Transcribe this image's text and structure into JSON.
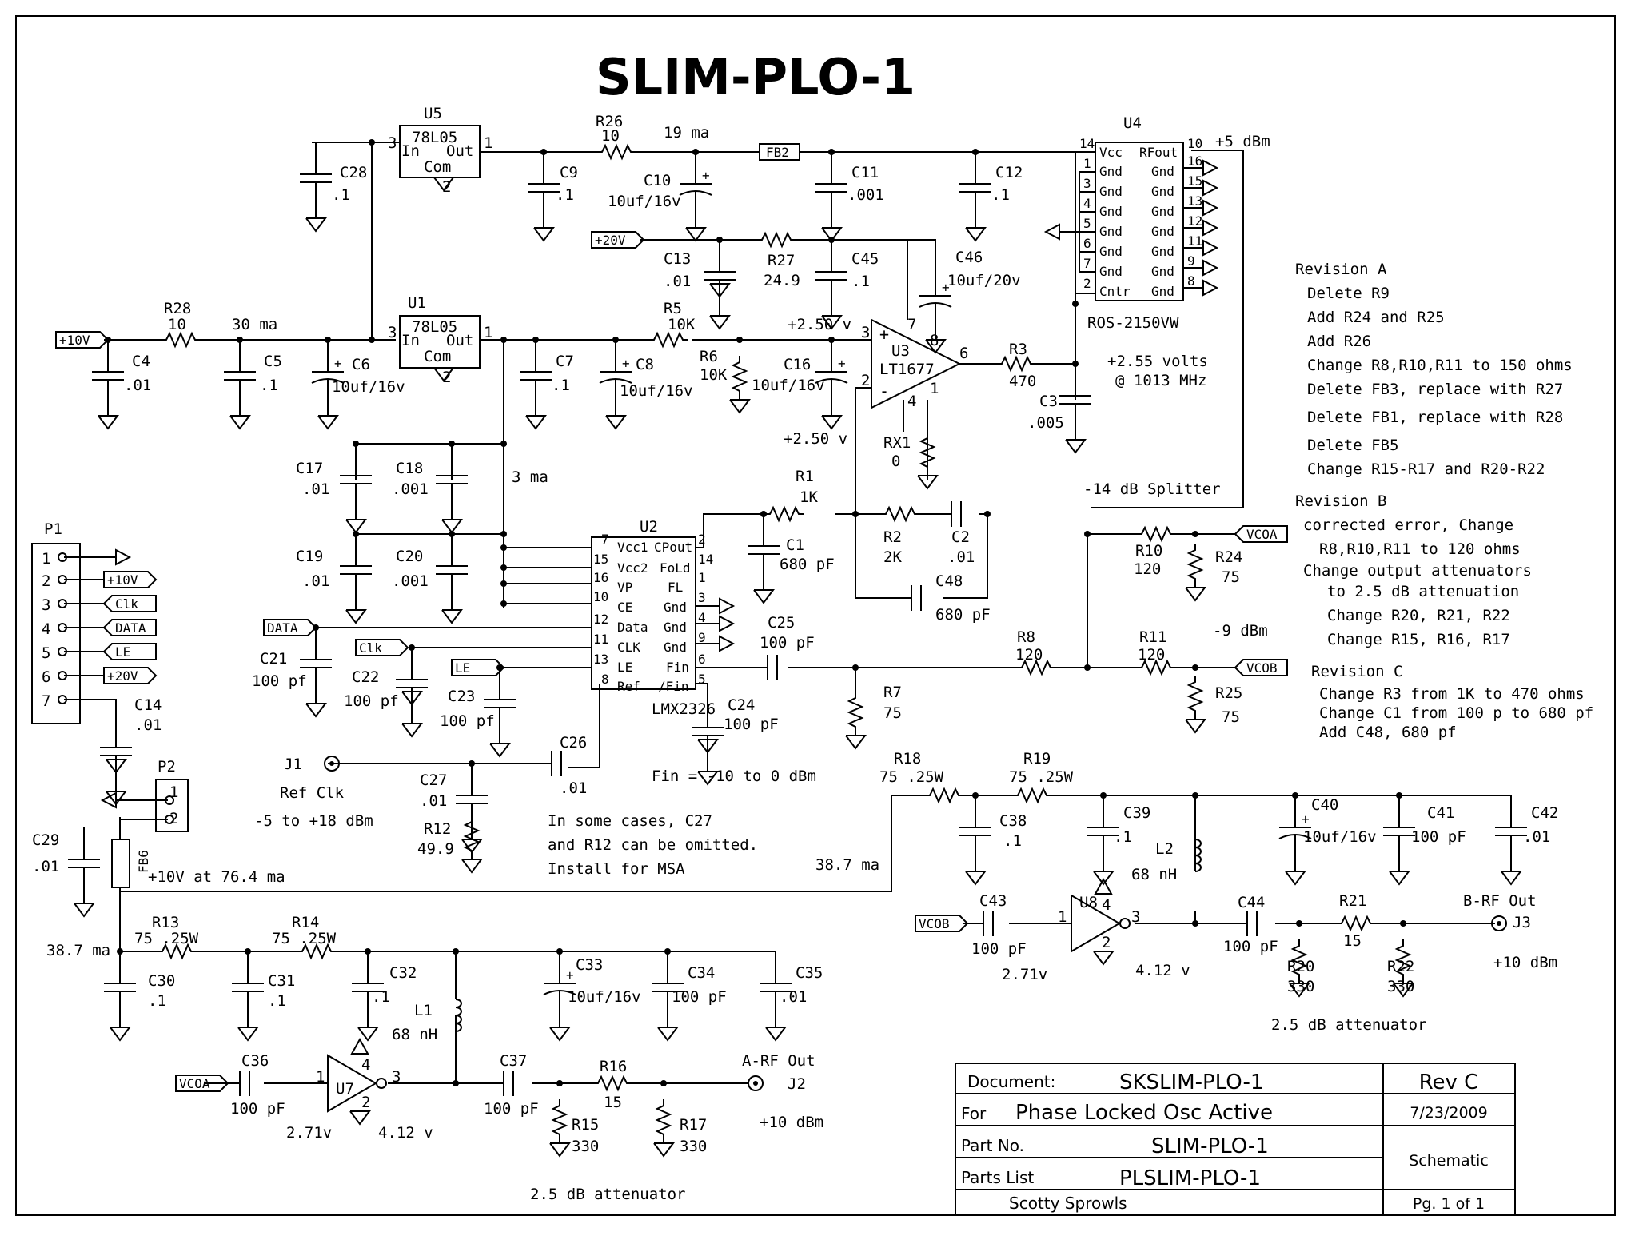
{
  "title": "SLIM-PLO-1",
  "title_block": {
    "document_label": "Document:",
    "document": "SKSLIM-PLO-1",
    "rev": "Rev C",
    "for_label": "For",
    "for_value": "Phase Locked Osc Active",
    "date": "7/23/2009",
    "part_label": "Part No.",
    "part_value": "SLIM-PLO-1",
    "parts_label": "Parts List",
    "parts_value": "PLSLIM-PLO-1",
    "type": "Schematic",
    "author": "Scotty Sprowls",
    "page": "Pg. 1 of 1"
  },
  "revisions": [
    "Revision A",
    "Delete R9",
    "Add R24 and R25",
    "Add R26",
    "Change R8,R10,R11 to 150 ohms",
    "Delete FB3, replace with R27",
    "Delete FB1, replace with R28",
    "Delete FB5",
    "Change R15-R17 and R20-R22",
    "Revision B",
    "corrected error, Change",
    "R8,R10,R11 to 120 ohms",
    "Change output attenuators",
    "to 2.5 dB attenuation",
    "Change R20, R21, R22",
    "Change R15, R16, R17",
    "Revision C",
    "Change R3 from 1K to 470 ohms",
    "Change C1 from 100 p to 680 pf",
    "Add C48, 680  pf"
  ],
  "labels": {
    "u5": "U5",
    "u5_part": "78L05",
    "u5_in": "In",
    "u5_out": "Out",
    "u5_com": "Com",
    "u5_p3": "3",
    "u5_p1": "1",
    "u5_p2": "2",
    "u1": "U1",
    "u1_part": "78L05",
    "u1_in": "In",
    "u1_out": "Out",
    "u1_com": "Com",
    "u1_p3": "3",
    "u1_p1": "1",
    "u1_p2": "2",
    "c28": "C28",
    "c28v": ".1",
    "r26": "R26",
    "r26v": "10",
    "i19": "19 ma",
    "c9": "C9",
    "c9v": ".1",
    "c10": "C10",
    "c10v": "10uf/16v",
    "fb2": "FB2",
    "c11": "C11",
    "c11v": ".001",
    "c12": "C12",
    "c12v": ".1",
    "u4": "U4",
    "u4_part": "ROS-2150VW",
    "u4_vcc": "Vcc",
    "u4_rfout": "RFout",
    "u4_gnd": "Gnd",
    "u4_cntr": "Cntr",
    "u4_p14": "14",
    "u4_p1": "1",
    "u4_p3": "3",
    "u4_p4": "4",
    "u4_p5": "5",
    "u4_p6": "6",
    "u4_p7": "7",
    "u4_p2": "2",
    "u4_p10": "10",
    "u4_p16": "16",
    "u4_p15": "15",
    "u4_p13": "13",
    "u4_p12": "12",
    "u4_p11": "11",
    "u4_p9": "9",
    "u4_p8": "8",
    "plus5dbm": "+5 dBm",
    "p20v": "+20V",
    "c13": "C13",
    "c13v": ".01",
    "r27": "R27",
    "r27v": "24.9",
    "c45": "C45",
    "c45v": ".1",
    "c46": "C46",
    "c46v": "10uf/20v",
    "p10v": "+10V",
    "r28": "R28",
    "r28v": "10",
    "i30": "30 ma",
    "c4": "C4",
    "c4v": ".01",
    "c5": "C5",
    "c5v": ".1",
    "c6": "C6",
    "c6v": "10uf/16v",
    "c7": "C7",
    "c7v": ".1",
    "c8": "C8",
    "c8v": "10uf/16v",
    "r5": "R5",
    "r5v": "10K",
    "r6": "R6",
    "r6v": "10K",
    "c16": "C16",
    "c16v": "10uf/16v",
    "v250a": "+2.50 v",
    "v250b": "+2.50 v",
    "u3": "U3",
    "u3_part": "LT1677",
    "u3_p3": "3",
    "u3_p2": "2",
    "u3_p7": "7",
    "u3_p8": "8",
    "u3_p6": "6",
    "u3_p4": "4",
    "u3_p1": "1",
    "r3": "R3",
    "r3v": "470",
    "c3": "C3",
    "c3v": ".005",
    "v255": "+2.55 volts",
    "f1013": "@ 1013 MHz",
    "rx1": "RX1",
    "rx1v": "0",
    "c17": "C17",
    "c17v": ".01",
    "c18": "C18",
    "c18v": ".001",
    "i3": "3 ma",
    "c19": "C19",
    "c19v": ".01",
    "c20": "C20",
    "c20v": ".001",
    "splitter": "-14 dB Splitter",
    "u2": "U2",
    "u2_part": "LMX2326",
    "u2_vcc1": "Vcc1",
    "u2_vcc2": "Vcc2",
    "u2_vp": "VP",
    "u2_ce": "CE",
    "u2_data": "Data",
    "u2_clk": "CLK",
    "u2_le": "LE",
    "u2_ref": "Ref",
    "u2_cpout": "CPout",
    "u2_fold": "FoLd",
    "u2_fl": "FL",
    "u2_gnd": "Gnd",
    "u2_fin": "Fin",
    "u2_nfin": "/Fin",
    "u2_p7": "7",
    "u2_p15": "15",
    "u2_p16": "16",
    "u2_p10": "10",
    "u2_p12": "12",
    "u2_p11": "11",
    "u2_p13": "13",
    "u2_p8": "8",
    "u2_p2": "2",
    "u2_p14": "14",
    "u2_p1": "1",
    "u2_p3": "3",
    "u2_p4": "4",
    "u2_p9": "9",
    "u2_p6": "6",
    "u2_p5": "5",
    "r1": "R1",
    "r1v": "1K",
    "c1": "C1",
    "c1v": "680 pF",
    "r2": "R2",
    "r2v": "2K",
    "c2": "C2",
    "c2v": ".01",
    "c48": "C48",
    "c48v": "680 pF",
    "r10": "R10",
    "r10v": "120",
    "r24": "R24",
    "r24v": "75",
    "vcoa": "VCOA",
    "vcob": "VCOB",
    "m9dbm": "-9 dBm",
    "r8": "R8",
    "r8v": "120",
    "r11": "R11",
    "r11v": "120",
    "r25": "R25",
    "r25v": "75",
    "c25": "C25",
    "c25v": "100 pF",
    "r7": "R7",
    "r7v": "75",
    "c24": "C24",
    "c24v": "100 pF",
    "data": "DATA",
    "clk": "Clk",
    "le": "LE",
    "c21": "C21",
    "c21v": "100 pf",
    "c22": "C22",
    "c22v": "100 pf",
    "c23": "C23",
    "c23v": "100 pf",
    "fin_note": "Fin = -10 to 0 dBm",
    "j1": "J1",
    "refclk": "Ref Clk",
    "refrange": "-5 to +18 dBm",
    "c26": "C26",
    "c26v": ".01",
    "c27": "C27",
    "c27v": ".01",
    "r12": "R12",
    "r12v": "49.9",
    "note1": "In some cases, C27",
    "note2": "and R12 can be omitted.",
    "note3": "Install for MSA",
    "p1": "P1",
    "p1_1": "1",
    "p1_2": "2",
    "p1_3": "3",
    "p1_4": "4",
    "p1_5": "5",
    "p1_6": "6",
    "p1_7": "7",
    "p1_10v": "+10V",
    "p1_clk": "Clk",
    "p1_data": "DATA",
    "p1_le": "LE",
    "p1_20v": "+20V",
    "c14": "C14",
    "c14v": ".01",
    "p2": "P2",
    "p2_1": "1",
    "p2_2": "2",
    "c29": "C29",
    "c29v": ".01",
    "fb6": "FB6",
    "p10v764": "+10V at 76.4 ma",
    "i387a": "38.7 ma",
    "i387b": "38.7 ma",
    "r18": "R18",
    "r18v": "75 .25W",
    "r19": "R19",
    "r19v": "75 .25W",
    "c38": "C38",
    "c38v": ".1",
    "c39": "C39",
    "c39v": ".1",
    "c40": "C40",
    "c40v": "10uf/16v",
    "c41": "C41",
    "c41v": "100 pF",
    "c42": "C42",
    "c42v": ".01",
    "l2": "L2",
    "l2v": "68 nH",
    "c43": "C43",
    "c43v": "100 pF",
    "v271b": "2.71v",
    "u8": "U8",
    "u8_p1": "1",
    "u8_p3": "3",
    "u8_p4": "4",
    "u8_p2": "2",
    "v412b": "4.12 v",
    "c44": "C44",
    "c44v": "100 pF",
    "r21": "R21",
    "r21v": "15",
    "r20": "R20",
    "r20v": "330",
    "r22": "R22",
    "r22v": "330",
    "brf": "B-RF Out",
    "j3": "J3",
    "p10dbm_b": "+10 dBm",
    "att_b": "2.5 dB attenuator",
    "r13": "R13",
    "r13v": "75 .25W",
    "r14": "R14",
    "r14v": "75 .25W",
    "c30": "C30",
    "c30v": ".1",
    "c31": "C31",
    "c31v": ".1",
    "c32": "C32",
    "c32v": ".1",
    "c33": "C33",
    "c33v": "10uf/16v",
    "c34": "C34",
    "c34v": "100 pF",
    "c35": "C35",
    "c35v": ".01",
    "l1": "L1",
    "l1v": "68 nH",
    "c36": "C36",
    "c36v": "100 pF",
    "v271a": "2.71v",
    "u7": "U7",
    "u7_p1": "1",
    "u7_p3": "3",
    "u7_p4": "4",
    "u7_p2": "2",
    "v412a": "4.12 v",
    "c37": "C37",
    "c37v": "100 pF",
    "r16": "R16",
    "r16v": "15",
    "r15": "R15",
    "r15v": "330",
    "r17": "R17",
    "r17v": "330",
    "arf": "A-RF Out",
    "j2": "J2",
    "p10dbm_a": "+10 dBm",
    "att_a": "2.5 dB attenuator"
  }
}
